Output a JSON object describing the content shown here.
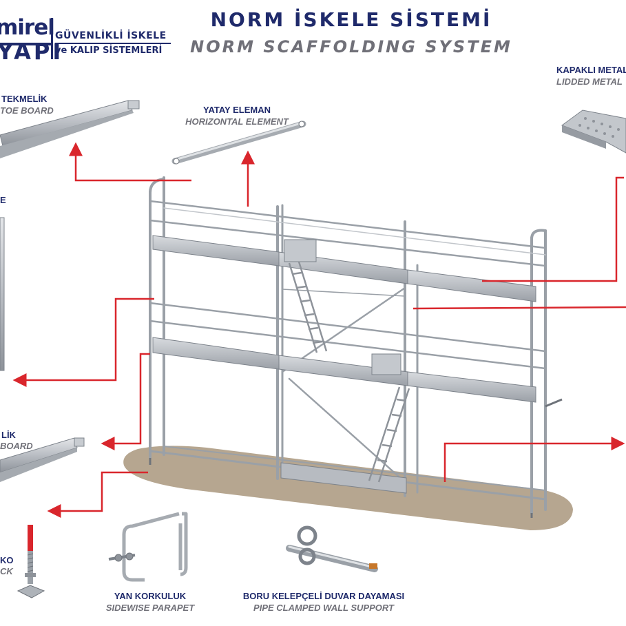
{
  "header": {
    "title_tr": "NORM İSKELE SİSTEMİ",
    "title_en": "NORM SCAFFOLDING SYSTEM"
  },
  "logo": {
    "name": "mirel",
    "yapi": "YAPI",
    "line1": "GÜVENLİKLİ İSKELE",
    "line2": "ve KALIP SİSTEMLERİ"
  },
  "parts": {
    "toe_board_top": {
      "tr": "TEKMELİK",
      "en": "TOE BOARD"
    },
    "horizontal": {
      "tr": "YATAY ELEMAN",
      "en": "HORIZONTAL ELEMENT"
    },
    "lidded_platform": {
      "tr": "KAPAKLI METAL",
      "en": "LIDDED METAL"
    },
    "vertical_left": {
      "tr": "E",
      "en": ""
    },
    "toe_board_bottom": {
      "tr": "LİK",
      "en": "BOARD"
    },
    "jack": {
      "tr": "KO",
      "en": "CK"
    },
    "sidewise_parapet": {
      "tr": "YAN KORKULUK",
      "en": "SIDEWISE PARAPET"
    },
    "wall_support": {
      "tr": "BORU KELEPÇELİ DUVAR DAYAMASI",
      "en": "PIPE CLAMPED WALL SUPPORT"
    }
  },
  "colors": {
    "navy": "#1f2a6b",
    "grey_text": "#707078",
    "pointer_red": "#d9262c",
    "steel": "#b8bcc2",
    "ground": "#a9977d"
  }
}
